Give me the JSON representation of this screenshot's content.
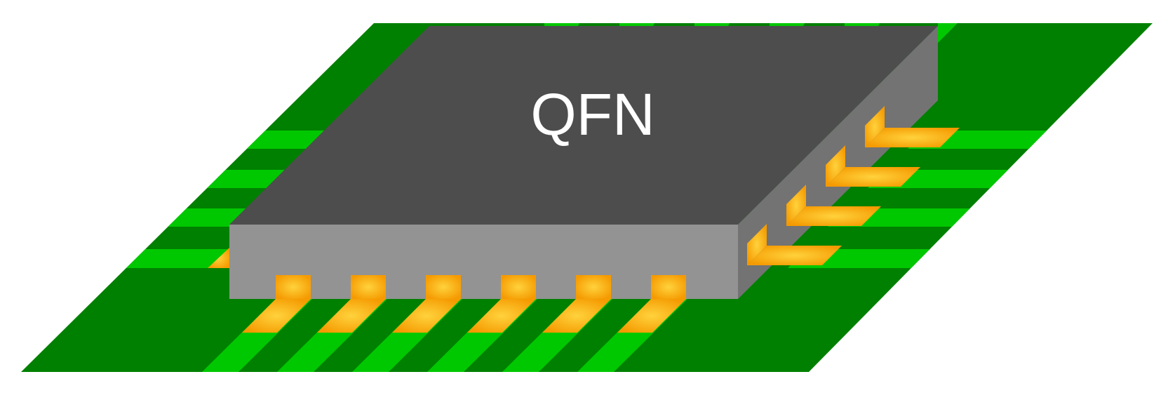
{
  "diagram": {
    "chip_label": "QFN",
    "colors": {
      "background": "#ffffff",
      "board": "#008000",
      "trace": "#00c800",
      "chip_top": "#4d4d4d",
      "chip_front": "#939393",
      "chip_side": "#737373",
      "pad_center": "#ffd23c",
      "pad_edge": "#f59a00",
      "label_text": "#ffffff"
    },
    "front_pad_count": 6,
    "right_pad_count": 4
  }
}
